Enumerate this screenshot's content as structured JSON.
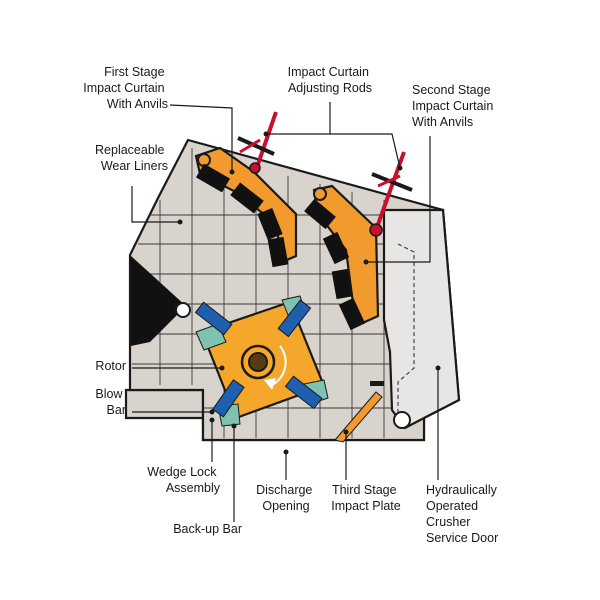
{
  "colors": {
    "housing": "#d9d3cd",
    "door": "#e8e6e4",
    "orange": "#f29a2e",
    "rotor": "#f4a72a",
    "blow_bar": "#1f5fb0",
    "wedge": "#7ec3b0",
    "rod": "#c8102e",
    "liner": "#111111"
  },
  "labels": {
    "first_stage": [
      "First Stage",
      "Impact Curtain",
      "With Anvils"
    ],
    "adjusting_rods": [
      "Impact Curtain",
      "Adjusting Rods"
    ],
    "second_stage": [
      "Second Stage",
      "Impact Curtain",
      "With Anvils"
    ],
    "wear_liners": [
      "Replaceable",
      "Wear Liners"
    ],
    "rotor": [
      "Rotor"
    ],
    "blow_bar": [
      "Blow",
      "Bar"
    ],
    "wedge_lock": [
      "Wedge Lock",
      "Assembly"
    ],
    "backup_bar": [
      "Back-up Bar"
    ],
    "discharge": [
      "Discharge",
      "Opening"
    ],
    "third_stage": [
      "Third Stage",
      "Impact Plate"
    ],
    "service_door": [
      "Hydraulically",
      "Operated",
      "Crusher",
      "Service Door"
    ]
  },
  "icons": {
    "rotation": "rotation-arrow-icon",
    "shaft": "rotor-shaft-icon"
  }
}
